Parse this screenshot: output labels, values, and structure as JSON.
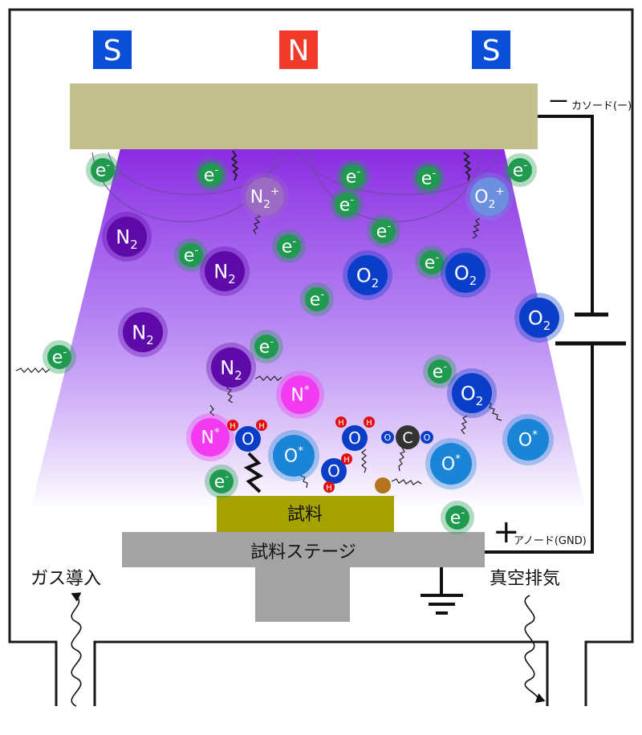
{
  "magnets": {
    "left": "S",
    "center": "N",
    "right": "S",
    "colors": {
      "S": "#0b4fd8",
      "N": "#f23a2a"
    }
  },
  "labels": {
    "cathode": "カソード(ー)",
    "anode": "アノード(GND)",
    "minus_sign": "ー",
    "plus_sign": "+",
    "sample": "試料",
    "stage": "試料ステージ",
    "gas_in": "ガス導入",
    "vacuum_exhaust": "真空排気"
  },
  "particles": {
    "electron": {
      "base": "e",
      "sup": "-"
    },
    "n2": {
      "base": "N",
      "sub": "2"
    },
    "o2": {
      "base": "O",
      "sub": "2"
    },
    "n2_ion": {
      "base": "N",
      "sub": "2",
      "sup": "+"
    },
    "o2_ion": {
      "base": "O",
      "sub": "2",
      "sup": "+"
    },
    "n_radical": {
      "base": "N",
      "sup": "*"
    },
    "o_radical": {
      "base": "O",
      "sup": "*"
    },
    "oxygen_atom": "O",
    "hydrogen_atom": "H",
    "carbon_atom": "C"
  },
  "colors": {
    "electron": "#1f9a4f",
    "n2": "#5e0aa8",
    "o2": "#0a3ec8",
    "radical_n": "#f23af0",
    "radical_o": "#1a85d6",
    "plasma": "#8a2be2",
    "cathode": "#c2c08e",
    "sample": "#a6a300",
    "stage": "#a3a3a3",
    "hydrogen": "#e01010",
    "carbon": "#333333",
    "contaminant": "#b5741e"
  }
}
